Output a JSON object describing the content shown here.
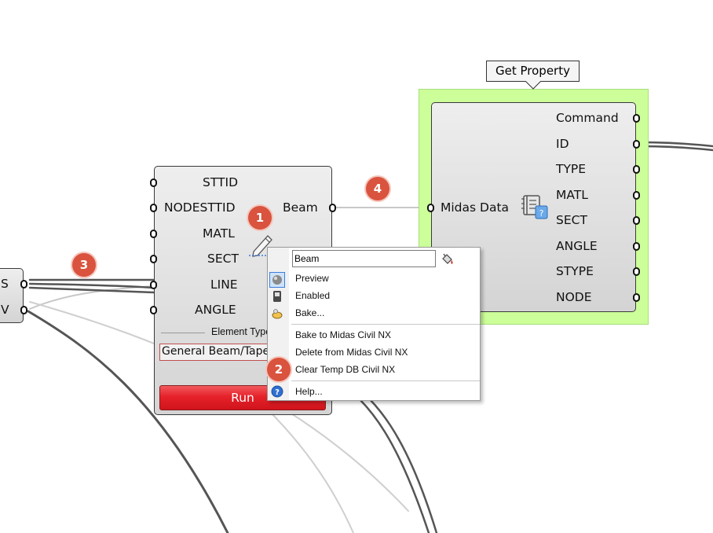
{
  "left_partial_component": {
    "outputs": [
      "S",
      "V"
    ]
  },
  "beam_component": {
    "inputs": [
      "STTID",
      "NODESTTID",
      "MATL",
      "SECT",
      "LINE",
      "ANGLE"
    ],
    "output": "Beam",
    "element_type_label": "Element Type",
    "element_type_value": "General Beam/Taper",
    "run_label": "Run"
  },
  "get_property_component": {
    "tooltip": "Get Property",
    "input": "Midas Data",
    "outputs": [
      "Command",
      "ID",
      "TYPE",
      "MATL",
      "SECT",
      "ANGLE",
      "STYPE",
      "NODE"
    ]
  },
  "context_menu": {
    "name_value": "Beam",
    "items": [
      "Preview",
      "Enabled",
      "Bake...",
      "Bake to Midas Civil NX",
      "Delete from Midas Civil NX",
      "Clear Temp DB Civil NX",
      "Help..."
    ]
  },
  "badges": [
    "1",
    "2",
    "3",
    "4"
  ],
  "icons": {
    "edit": "pencil-icon",
    "data": "data-book-icon",
    "rename": "paint-bucket-icon",
    "preview": "preview-sphere-icon",
    "enabled": "enabled-switch-icon",
    "bake": "bake-icon",
    "help": "help-icon"
  },
  "colors": {
    "selection_green": "#ccff99",
    "run_red": "#e62129",
    "badge": "#d9533e"
  }
}
